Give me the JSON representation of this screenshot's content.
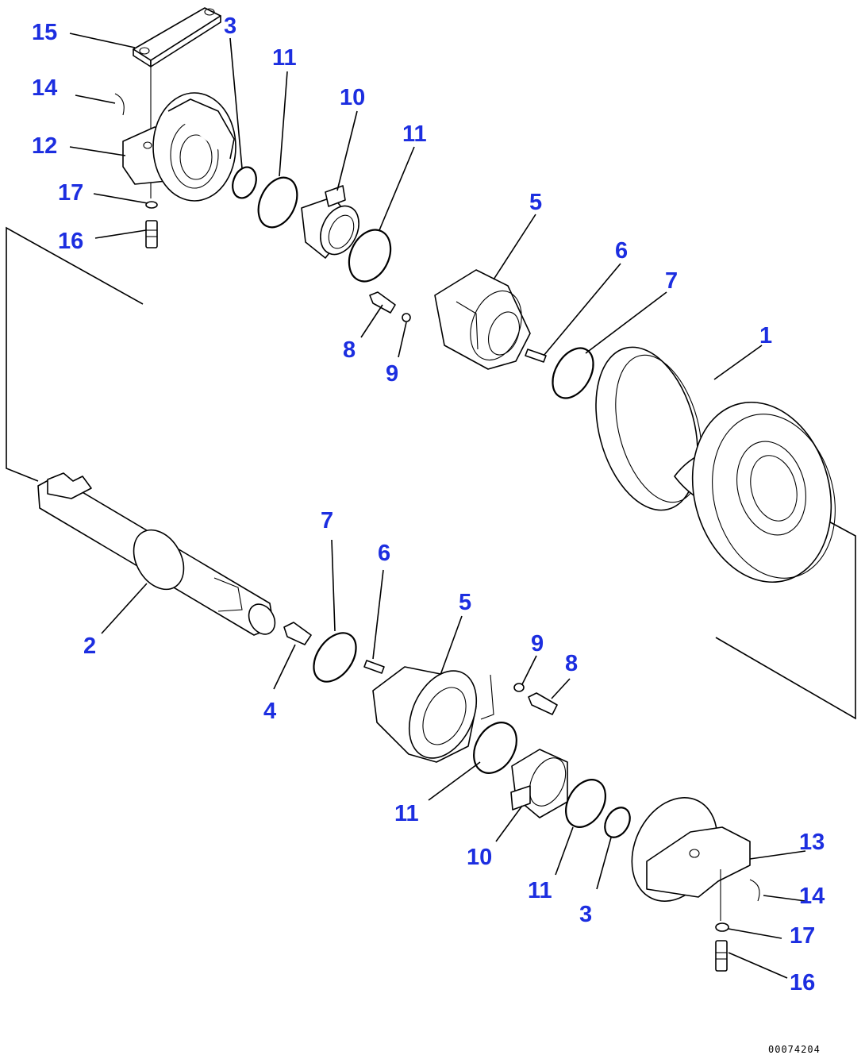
{
  "drawing_code": "00074204",
  "callouts": [
    {
      "id": "c15a",
      "label": "15"
    },
    {
      "id": "c3a",
      "label": "3"
    },
    {
      "id": "c11a",
      "label": "11"
    },
    {
      "id": "c14a",
      "label": "14"
    },
    {
      "id": "c10a",
      "label": "10"
    },
    {
      "id": "c11b",
      "label": "11"
    },
    {
      "id": "c12",
      "label": "12"
    },
    {
      "id": "c17a",
      "label": "17"
    },
    {
      "id": "c5a",
      "label": "5"
    },
    {
      "id": "c16a",
      "label": "16"
    },
    {
      "id": "c6a",
      "label": "6"
    },
    {
      "id": "c7a",
      "label": "7"
    },
    {
      "id": "c8a",
      "label": "8"
    },
    {
      "id": "c9a",
      "label": "9"
    },
    {
      "id": "c1",
      "label": "1"
    },
    {
      "id": "c7b",
      "label": "7"
    },
    {
      "id": "c6b",
      "label": "6"
    },
    {
      "id": "c5b",
      "label": "5"
    },
    {
      "id": "c2",
      "label": "2"
    },
    {
      "id": "c9b",
      "label": "9"
    },
    {
      "id": "c8b",
      "label": "8"
    },
    {
      "id": "c4",
      "label": "4"
    },
    {
      "id": "c13",
      "label": "13"
    },
    {
      "id": "c11c",
      "label": "11"
    },
    {
      "id": "c10b",
      "label": "10"
    },
    {
      "id": "c14b",
      "label": "14"
    },
    {
      "id": "c11d",
      "label": "11"
    },
    {
      "id": "c17b",
      "label": "17"
    },
    {
      "id": "c3b",
      "label": "3"
    },
    {
      "id": "c16b",
      "label": "16"
    }
  ]
}
